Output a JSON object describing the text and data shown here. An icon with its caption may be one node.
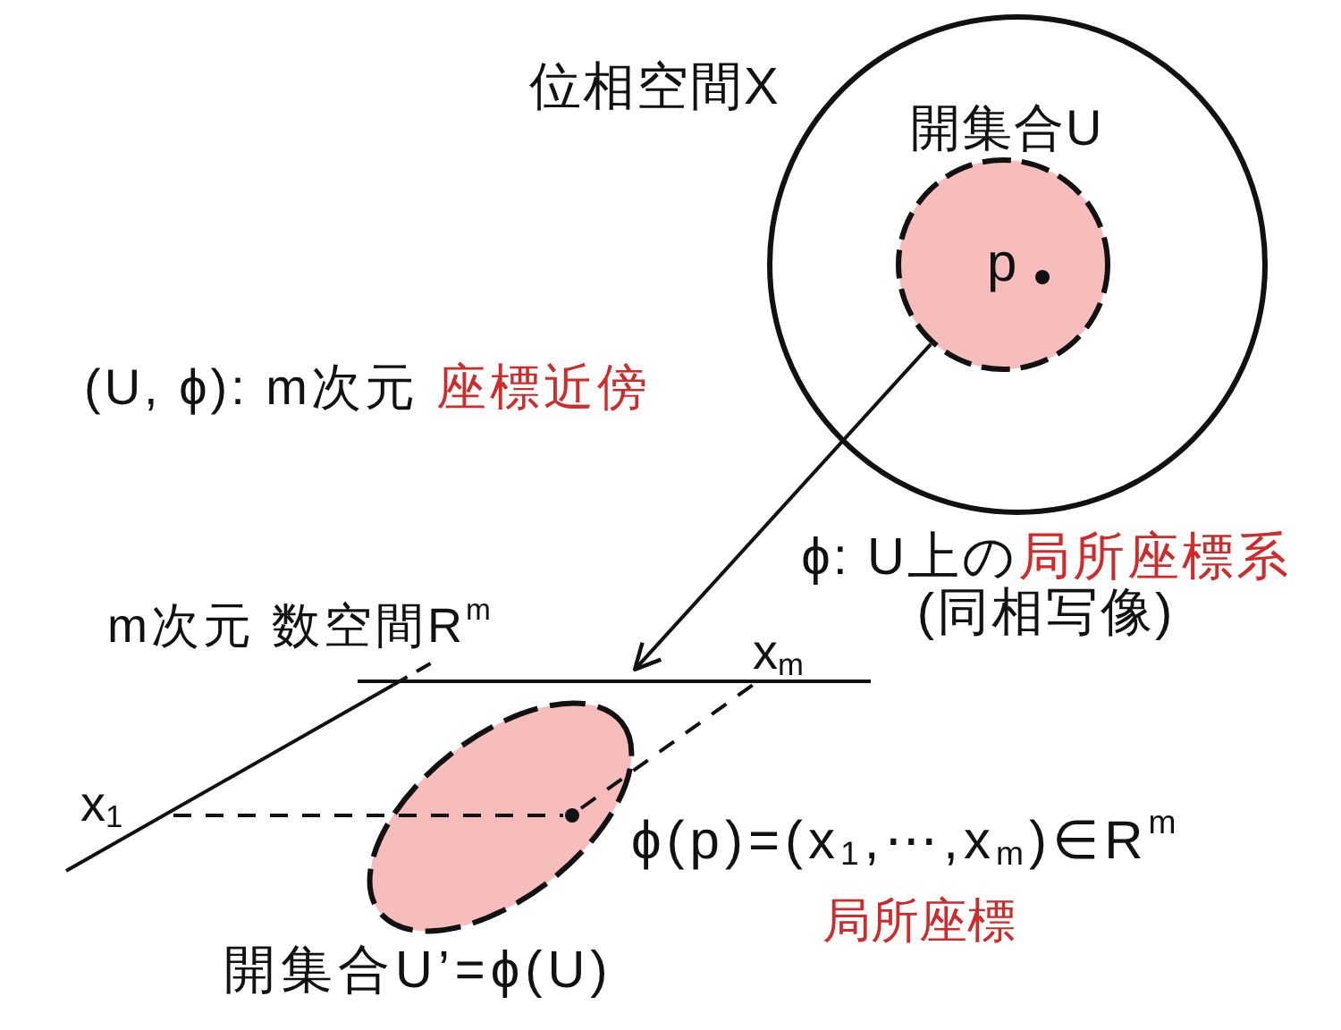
{
  "diagram": {
    "nodes": [
      {
        "text": [
          "位相空間X"
        ]
      },
      {
        "text": [
          "開集合U",
          "p"
        ],
        "in": 0
      },
      {
        "text": [
          "開集合U’=ϕ(U)"
        ]
      }
    ],
    "edges": [
      {
        "from": 1,
        "to": 2,
        "arrow": "to",
        "label": "ϕ: U上の**局所座標系** (同相写像)"
      }
    ],
    "labels": [
      "(U, ϕ): m次元 **座標近傍**",
      "m次元 数空間R$^{m}$",
      "x$_{m}$",
      "x$_{1}$",
      "ϕ(p)=(x$_{1}$,⋯,x$_{m}$)∈R$^{m}$",
      "局所座標"
    ]
  }
}
